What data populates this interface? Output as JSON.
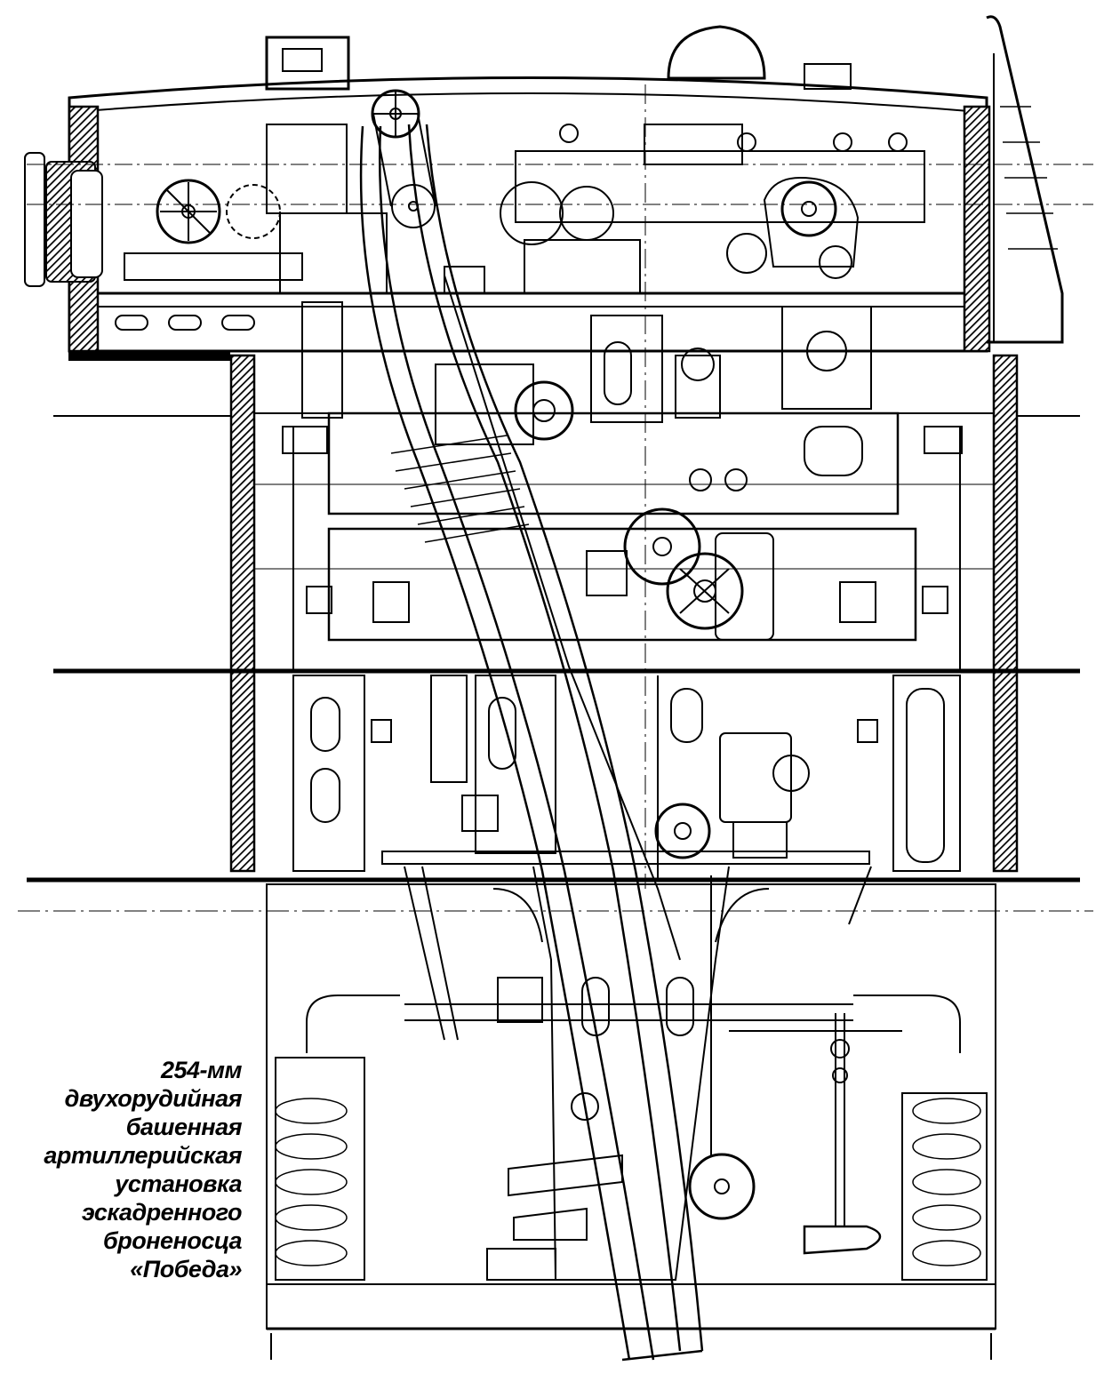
{
  "caption": {
    "lines": [
      "254-мм",
      "двухорудийная",
      "башенная",
      "артиллерийская",
      "установка",
      "эскадренного",
      "броненосца",
      "«Победа»"
    ]
  },
  "colors": {
    "ink": "#000000",
    "paper": "#ffffff",
    "armor_hatch": "#555555"
  }
}
